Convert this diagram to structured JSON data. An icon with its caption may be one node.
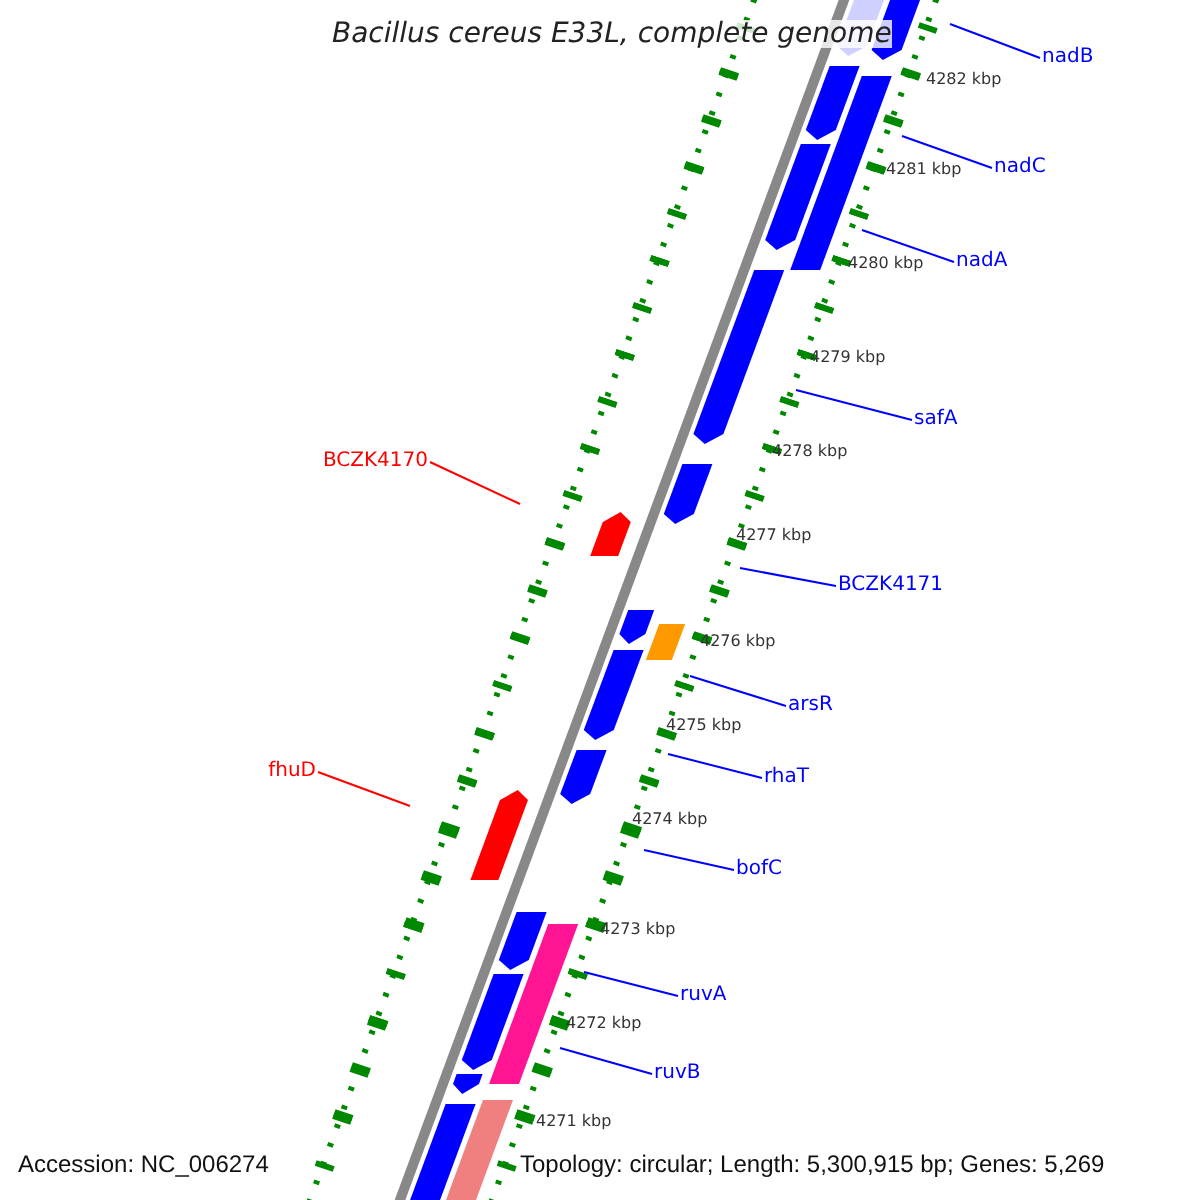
{
  "diagram": {
    "title": "Bacillus cereus E33L, complete genome",
    "nodes": [
      {
        "text": [
          "nadB"
        ]
      },
      {
        "text": [
          "nadC"
        ]
      },
      {
        "text": [
          "nadA"
        ]
      },
      {
        "text": [
          "safA"
        ]
      },
      {
        "text": [
          "BCZK4170"
        ]
      },
      {
        "text": [
          "BCZK4171"
        ]
      },
      {
        "text": [
          "arsR"
        ]
      },
      {
        "text": [
          "rhaT"
        ]
      },
      {
        "text": [
          "fhuD"
        ]
      },
      {
        "text": [
          "bofC"
        ]
      },
      {
        "text": [
          "ruvA"
        ]
      },
      {
        "text": [
          "ruvB"
        ]
      }
    ],
    "edges": [
      {
        "from": 0,
        "to": null,
        "arrow": "none"
      },
      {
        "from": 1,
        "to": null,
        "arrow": "none"
      },
      {
        "from": 2,
        "to": null,
        "arrow": "none"
      },
      {
        "from": 3,
        "to": null,
        "arrow": "none"
      },
      {
        "from": 4,
        "to": null,
        "arrow": "none",
        "color": "#ff0000"
      },
      {
        "from": 5,
        "to": null,
        "arrow": "none"
      },
      {
        "from": 6,
        "to": null,
        "arrow": "none"
      },
      {
        "from": 7,
        "to": null,
        "arrow": "none"
      },
      {
        "from": 8,
        "to": null,
        "arrow": "none",
        "color": "#ff0000"
      },
      {
        "from": 9,
        "to": null,
        "arrow": "none"
      },
      {
        "from": 10,
        "to": null,
        "arrow": "none"
      },
      {
        "from": 11,
        "to": null,
        "arrow": "none"
      }
    ],
    "labels": [
      "4282 kbp",
      "4281 kbp",
      "4280 kbp",
      "4279 kbp",
      "4278 kbp",
      "4277 kbp",
      "4276 kbp",
      "4275 kbp",
      "4274 kbp",
      "4273 kbp",
      "4272 kbp",
      "4271 kbp",
      "Accession: NC_006274",
      "Topology: circular; Length: 5,300,915 bp; Genes: 5,269"
    ]
  }
}
